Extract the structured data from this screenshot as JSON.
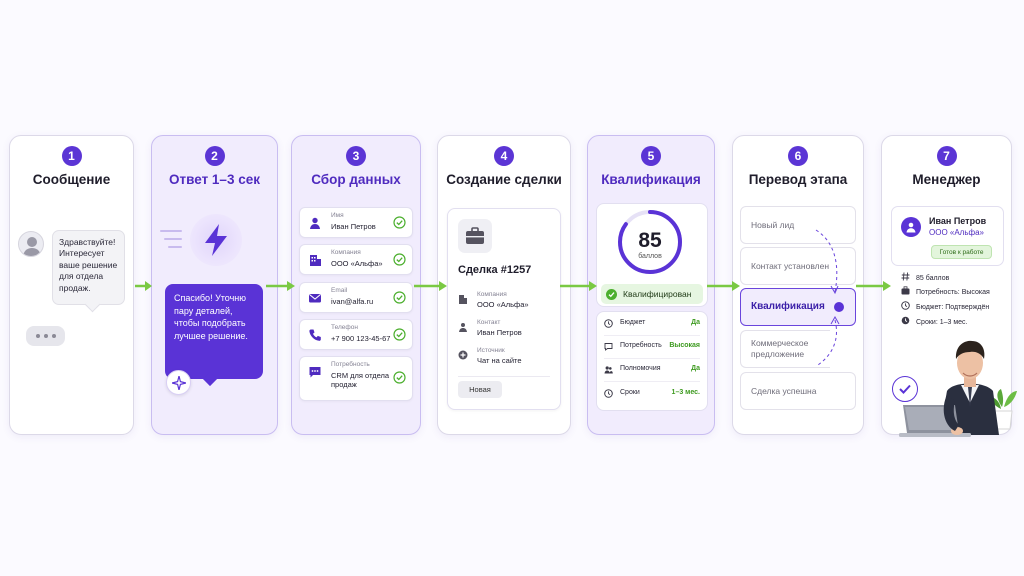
{
  "steps": [
    {
      "num": "1",
      "title": "Сообщение"
    },
    {
      "num": "2",
      "title": "Ответ 1–3 сек"
    },
    {
      "num": "3",
      "title": "Сбор данных"
    },
    {
      "num": "4",
      "title": "Создание сделки"
    },
    {
      "num": "5",
      "title": "Квалификация"
    },
    {
      "num": "6",
      "title": "Перевод этапа"
    },
    {
      "num": "7",
      "title": "Менеджер"
    }
  ],
  "message": {
    "text": "Здравствуйте! Интересует ваше решение для отдела продаж."
  },
  "reply": {
    "text": "Спасибо! Уточню пару деталей, чтобы подобрать лучшее решение."
  },
  "fields": [
    {
      "label": "Имя",
      "value": "Иван Петров",
      "icon": "user-icon"
    },
    {
      "label": "Компания",
      "value": "ООО «Альфа»",
      "icon": "building-icon"
    },
    {
      "label": "Email",
      "value": "ivan@alfa.ru",
      "icon": "mail-icon"
    },
    {
      "label": "Телефон",
      "value": "+7 900 123-45-67",
      "icon": "phone-icon"
    },
    {
      "label": "Потребность",
      "value": "CRM для отдела продаж",
      "icon": "chat-icon"
    }
  ],
  "deal": {
    "title": "Сделка #1257",
    "rows": [
      {
        "label": "Компания",
        "value": "ООО «Альфа»"
      },
      {
        "label": "Контакт",
        "value": "Иван Петров"
      },
      {
        "label": "Источник",
        "value": "Чат на сайте"
      }
    ],
    "status": "Новая"
  },
  "qualification": {
    "score": 85,
    "score_max": 100,
    "score_unit": "баллов",
    "status": "Квалифицирован",
    "criteria": [
      {
        "label": "Бюджет",
        "value": "Да"
      },
      {
        "label": "Потребность",
        "value": "Высокая"
      },
      {
        "label": "Полномочия",
        "value": "Да"
      },
      {
        "label": "Сроки",
        "value": "1–3 мес."
      }
    ],
    "accent_color": "#5a33d6"
  },
  "pipeline": {
    "stages": [
      "Новый лид",
      "Контакт установлен",
      "Квалификация",
      "Коммерческое предложение",
      "Сделка успешна"
    ],
    "active_index": 2
  },
  "manager": {
    "name": "Иван Петров",
    "company": "ООО «Альфа»",
    "badge": "Готов к работе",
    "facts": [
      "85 баллов",
      "Потребность: Высокая",
      "Бюджет: Подтверждён",
      "Сроки: 1–3 мес."
    ]
  },
  "colors": {
    "primary": "#5a33d6",
    "arrow": "#7ac943",
    "success": "#4caf2e"
  }
}
